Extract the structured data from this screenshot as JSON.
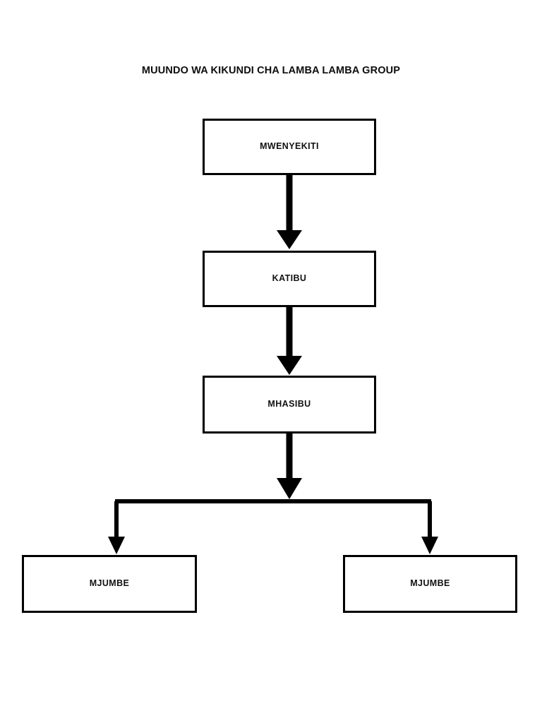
{
  "document": {
    "title": "MUUNDO WA KIKUNDI CHA LAMBA LAMBA GROUP",
    "background_color": "#ffffff",
    "line_color": "#000000",
    "text_color": "#111111"
  },
  "diagram": {
    "type": "organizational-hierarchy-flowchart",
    "orientation": "top-to-bottom",
    "nodes": [
      {
        "id": "mwenyekiti",
        "label": "MWENYEKITI",
        "level": 1
      },
      {
        "id": "katibu",
        "label": "KATIBU",
        "level": 2
      },
      {
        "id": "mhasibu",
        "label": "MHASIBU",
        "level": 3
      },
      {
        "id": "mjumbe-left",
        "label": "MJUMBE",
        "level": 4
      },
      {
        "id": "mjumbe-right",
        "label": "MJUMBE",
        "level": 4
      }
    ],
    "edges": [
      {
        "from": "mwenyekiti",
        "to": "katibu",
        "style": "straight-arrow"
      },
      {
        "from": "katibu",
        "to": "mhasibu",
        "style": "straight-arrow"
      },
      {
        "from": "mhasibu",
        "to": "mjumbe-left",
        "style": "split-arrow"
      },
      {
        "from": "mhasibu",
        "to": "mjumbe-right",
        "style": "split-arrow"
      }
    ]
  }
}
